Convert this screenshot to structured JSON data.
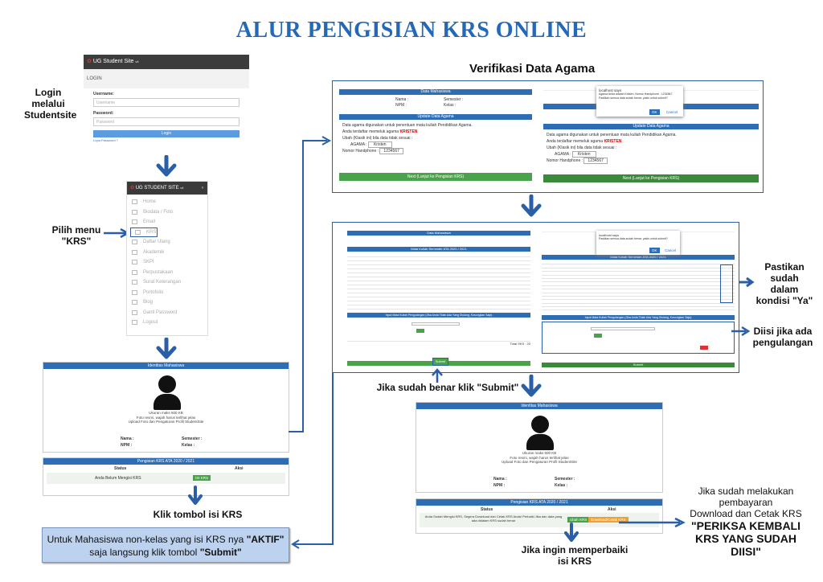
{
  "title": "ALUR PENGISIAN KRS ONLINE",
  "steps": {
    "login": "Login\nmelalui\nStudentsite",
    "menu": "Pilih menu\n\"KRS\"",
    "klik_isi": "Klik tombol isi KRS",
    "verifikasi": "Verifikasi Data Agama",
    "pastikan": "Pastikan\nsudah\ndalam\nkondisi \"Ya\"",
    "diisi": "Diisi jika ada\npengulangan",
    "submit": "Jika sudah benar klik \"Submit\"",
    "perbaiki": "Jika ingin memperbaiki\nisi KRS",
    "bayar": "Jika sudah melakukan\npembayaran\nDownload dan Cetak KRS",
    "periksa": "\"PERIKSA KEMBALI\nKRS YANG SUDAH\nDIISI\""
  },
  "note": {
    "pre": "Untuk Mahasiswa non-kelas yang isi KRS nya ",
    "aktif": "\"AKTIF\"",
    "mid": " saja langsung klik tombol ",
    "submit": "\"Submit\""
  },
  "login_shot": {
    "brand": "UG Student Site",
    "version": "v4",
    "header": "LOGIN",
    "username_label": "Username:",
    "username_placeholder": "Username",
    "password_label": "Password:",
    "password_placeholder": "Password",
    "button": "Login",
    "lupa": "Lupa Password ?"
  },
  "menu_shot": {
    "brand": "UG STUDENT SITE",
    "version": "v4",
    "items": [
      "Home",
      "Biodata / Foto",
      "Email",
      "KRS",
      "Daftar Ulang",
      "Akademik",
      "SKPI",
      "Perpustakaan",
      "Surat Keterangan",
      "Portofolio",
      "Blog",
      "Ganti Password",
      "Logout"
    ]
  },
  "identitas": {
    "header": "Identitas Mahasiswa",
    "photo_text1": "Ukuran maks 500 KB",
    "photo_text2": "Foto resmi, wajah harus terlihat jelas",
    "photo_text3": "Upload Foto dan Pengaturan Profil StudentSite",
    "nama": "Nama :",
    "npm": "NPM :",
    "semester": "Semester :",
    "kelas": "Kelas :"
  },
  "pengisian": {
    "header": "Pengisian KRS ATA 2020 / 2021",
    "col_status": "Status",
    "col_aksi": "Aksi",
    "status_text": "Anda Belum Mengisi KRS",
    "btn": "ISI KRS"
  },
  "pengisian_done": {
    "header": "Pengisian KRS ATA 2020 / 2021",
    "col_status": "Status",
    "col_aksi": "Aksi",
    "status_text": "Anda Sudah Mengisi KRS, Segera Download dan Cetak KRS Anda! Perbaiki Jika dan data yang ada didalam KRS sudah benar",
    "btn_ubah": "Ubah KRS",
    "btn_download": "Download/Cetak KRS"
  },
  "agama_shot": {
    "data_header": "Data Mahasiswa",
    "update_header": "Update Data Agama",
    "line1": "Data agama digunakan untuk penentuan mata kuliah Pendidikan Agama.",
    "line2": "Anda terdaftar memeluk agama",
    "agama": "KRISTEN",
    "line3": "Ubah (Klasik ini) bila data tidak sesuai :",
    "agama_label": "AGAMA :",
    "agama_value": "Kristen",
    "hp_label": "Nomor Handphone :",
    "hp_value": "1234567",
    "next_btn": "Next (Lanjut ke Pengisian KRS)",
    "alert_title": "localhost says",
    "alert_body": "Agama Anda adalah Kristen. Nomor Handphone : 1234567. Pastikan semua data sudah benar, yakin untuk submit?",
    "ok": "OK",
    "cancel": "Cancel"
  },
  "krs_shot": {
    "data_header": "Data Mahasiswa",
    "table_header": "Mata Kuliah Semester ATA 2020 / 2021",
    "ulang_header": "Input Mata Kuliah Pengulangan (Jika Anda Tidak Ada Yang Diulang, Kosongkan Saja)",
    "submit": "Submit",
    "total": "Total SKS : 20",
    "alert_title": "localhost says",
    "alert_body": "Pastikan semua data sudah benar, yakin untuk submit?"
  }
}
